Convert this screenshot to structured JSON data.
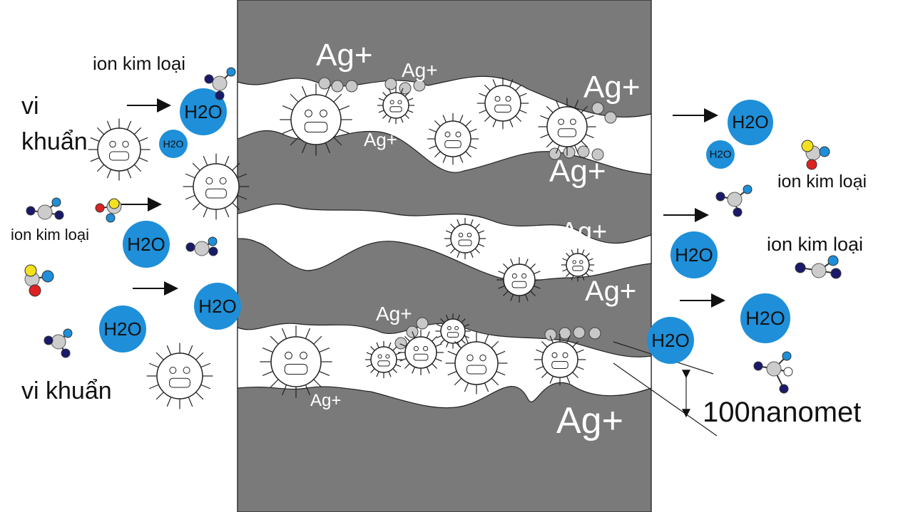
{
  "labels": {
    "metal_ion": "ion kim loại",
    "bacteria_line1": "vi",
    "bacteria_line2": "khuẩn",
    "bacteria": "vi khuẩn",
    "water": "H2O",
    "silver_ion": "Ag+",
    "scale": "100nanomet"
  },
  "colors": {
    "membrane": "#7a7a7a",
    "water": "#1e8fd8",
    "bead": "#c8c8c8"
  }
}
